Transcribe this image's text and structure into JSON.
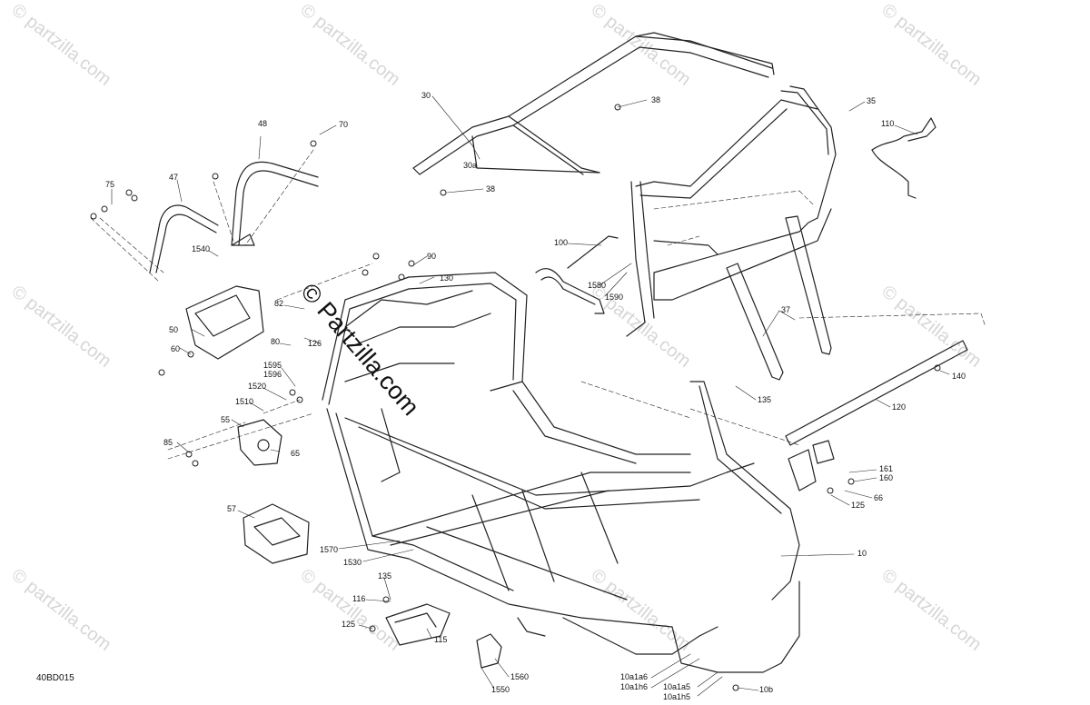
{
  "diagram": {
    "code": "40BD015",
    "watermark_text": "© partzilla.com",
    "center_watermark": "© Partzilla.com",
    "callouts": [
      "75",
      "47",
      "48",
      "70",
      "1540",
      "82",
      "80",
      "126",
      "90",
      "130",
      "50",
      "60",
      "1595",
      "1596",
      "1520",
      "1510",
      "55",
      "85",
      "65",
      "57",
      "30",
      "30a",
      "38",
      "38",
      "35",
      "110",
      "100",
      "1580",
      "1590",
      "37",
      "140",
      "120",
      "135",
      "161",
      "160",
      "66",
      "125",
      "1570",
      "1530",
      "10",
      "135",
      "116",
      "125",
      "115",
      "1560",
      "1550",
      "10a1a6",
      "10a1h6",
      "10a1a5",
      "10a1h5",
      "10b"
    ]
  }
}
